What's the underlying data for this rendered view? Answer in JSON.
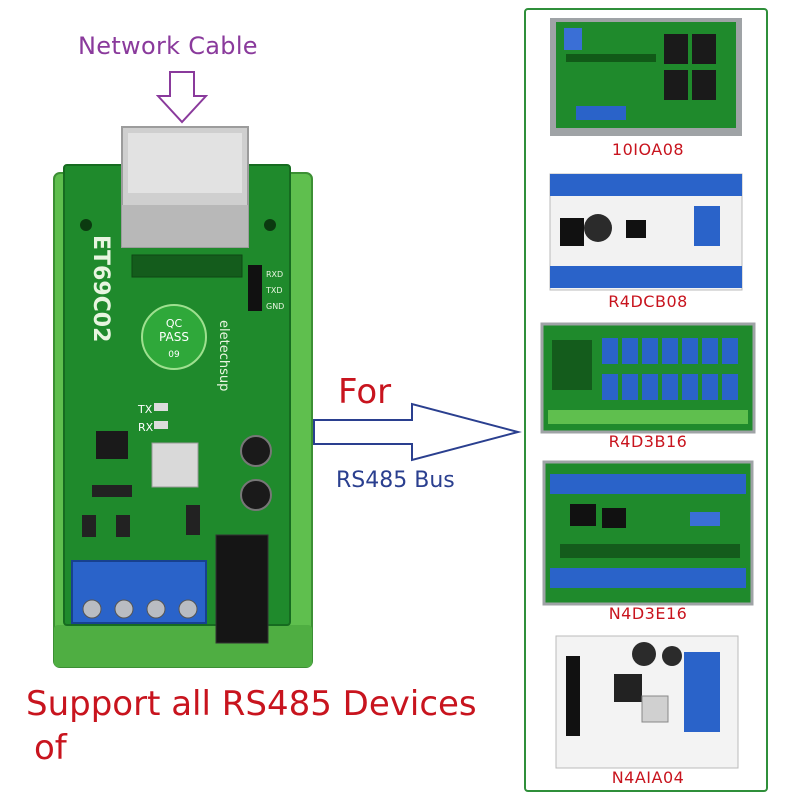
{
  "labels": {
    "network_cable": "Network Cable",
    "for": "For",
    "rs485_bus": "RS485 Bus",
    "support_line1": "Support all RS485 Devices",
    "support_line2": "of"
  },
  "main_board": {
    "model": "ET69C02",
    "qc_line1": "QC",
    "qc_line2": "PASS",
    "qc_line3": "09",
    "brand": "eletechsup",
    "pin_labels": [
      "RXD",
      "TXD",
      "GND"
    ],
    "led_labels": [
      "TX",
      "RX"
    ]
  },
  "devices": [
    {
      "name": "10IOA08"
    },
    {
      "name": "R4DCB08"
    },
    {
      "name": "R4D3B16"
    },
    {
      "name": "N4D3E16"
    },
    {
      "name": "N4AIA04"
    }
  ],
  "colors": {
    "pcb_green": "#1f8a2c",
    "rail_green": "#5fbf4e",
    "terminal_blue": "#2a63c9",
    "label_red": "#c8141e",
    "label_purple": "#8a3a9c",
    "label_blue": "#2a3f8f"
  }
}
